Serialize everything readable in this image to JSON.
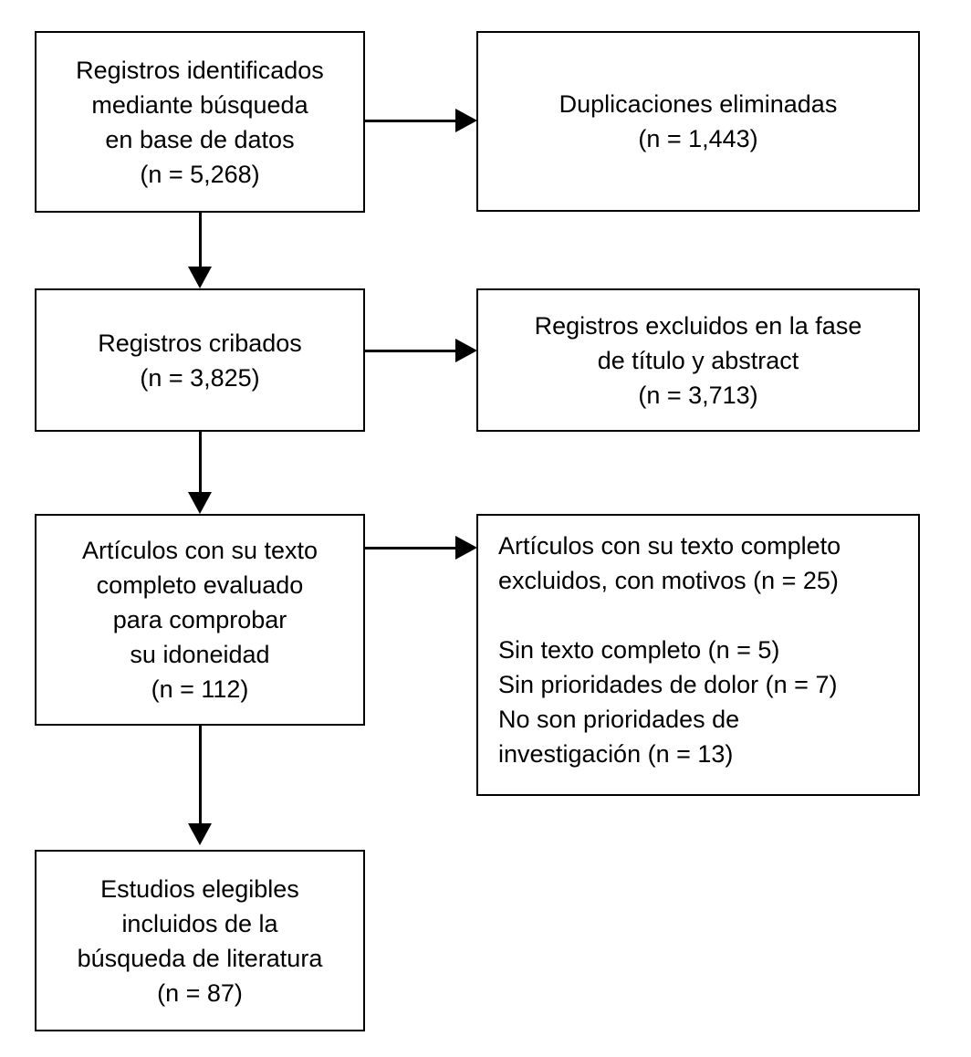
{
  "diagram": {
    "type": "prisma-flow-diagram",
    "language": "es",
    "stroke_color": "#000000",
    "background_color": "#ffffff",
    "boxes": {
      "records_identified": {
        "lines": [
          "Registros identificados",
          "mediante búsqueda",
          "en base de datos",
          "(n = 5,268)"
        ],
        "n": "5,268",
        "align": "center"
      },
      "duplicates_removed": {
        "lines": [
          "Duplicaciones eliminadas",
          "(n = 1,443)"
        ],
        "n": "1,443",
        "align": "center"
      },
      "records_screened": {
        "lines": [
          "Registros cribados",
          "(n = 3,825)"
        ],
        "n": "3,825",
        "align": "center"
      },
      "records_excluded": {
        "lines": [
          "Registros excluidos en la fase",
          "de título y abstract",
          "(n = 3,713)"
        ],
        "n": "3,713",
        "align": "center"
      },
      "fulltext_assessed": {
        "lines": [
          "Artículos con su texto",
          "completo evaluado",
          "para comprobar",
          "su idoneidad",
          "(n = 112)"
        ],
        "n": "112",
        "align": "center"
      },
      "fulltext_excluded": {
        "lines": [
          "Artículos con su texto completo",
          "excluidos, con motivos (n = 25)",
          "",
          "Sin texto completo (n = 5)",
          "Sin prioridades de dolor (n = 7)",
          "No son prioridades de",
          "investigación (n = 13)"
        ],
        "n": "25",
        "reasons": [
          {
            "label": "Sin texto completo",
            "n": "5"
          },
          {
            "label": "Sin prioridades de dolor",
            "n": "7"
          },
          {
            "label": "No son prioridades de investigación",
            "n": "13"
          }
        ],
        "align": "left"
      },
      "studies_included": {
        "lines": [
          "Estudios elegibles",
          "incluidos de la",
          "búsqueda de literatura",
          "(n = 87)"
        ],
        "n": "87",
        "align": "center"
      }
    },
    "connectors": [
      {
        "name": "identified-to-duplicates",
        "from": "records_identified",
        "to": "duplicates_removed",
        "direction": "right"
      },
      {
        "name": "identified-to-screened",
        "from": "records_identified",
        "to": "records_screened",
        "direction": "down"
      },
      {
        "name": "screened-to-excluded",
        "from": "records_screened",
        "to": "records_excluded",
        "direction": "right"
      },
      {
        "name": "screened-to-assessed",
        "from": "records_screened",
        "to": "fulltext_assessed",
        "direction": "down"
      },
      {
        "name": "assessed-to-excluded",
        "from": "fulltext_assessed",
        "to": "fulltext_excluded",
        "direction": "right"
      },
      {
        "name": "assessed-to-included",
        "from": "fulltext_assessed",
        "to": "studies_included",
        "direction": "down"
      }
    ]
  }
}
